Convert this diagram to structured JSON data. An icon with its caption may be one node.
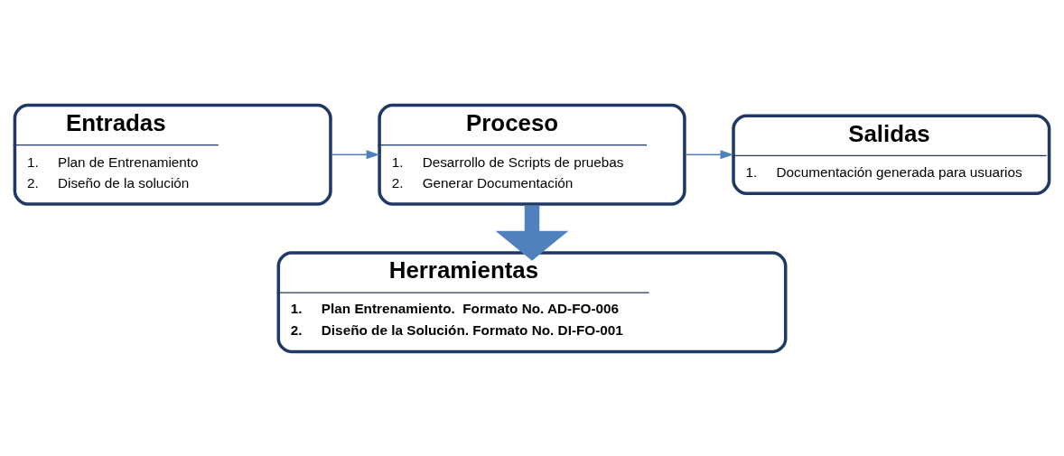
{
  "diagram": {
    "nodes": [
      {
        "text": [
          "Entradas",
          "1.     Plan de Entrenamiento",
          "2.     Diseño de la solución"
        ]
      },
      {
        "text": [
          "Proceso",
          "1.     Desarrollo de Scripts de pruebas",
          "2.     Generar Documentación"
        ]
      },
      {
        "text": [
          "Salidas",
          "1.     Documentación generada para usuarios"
        ]
      },
      {
        "text": [
          "Herramientas",
          "1.     Plan Entrenamiento.  Formato No. AD-FO-006",
          "2.     Diseño de la Solución. Formato No. DI-FO-001"
        ]
      }
    ],
    "edges": [
      {
        "from": 0,
        "to": 1,
        "arrow": "to"
      },
      {
        "from": 1,
        "to": 2,
        "arrow": "to"
      },
      {
        "from": 1,
        "to": 3,
        "arrow": "to",
        "style": "thick"
      }
    ]
  }
}
